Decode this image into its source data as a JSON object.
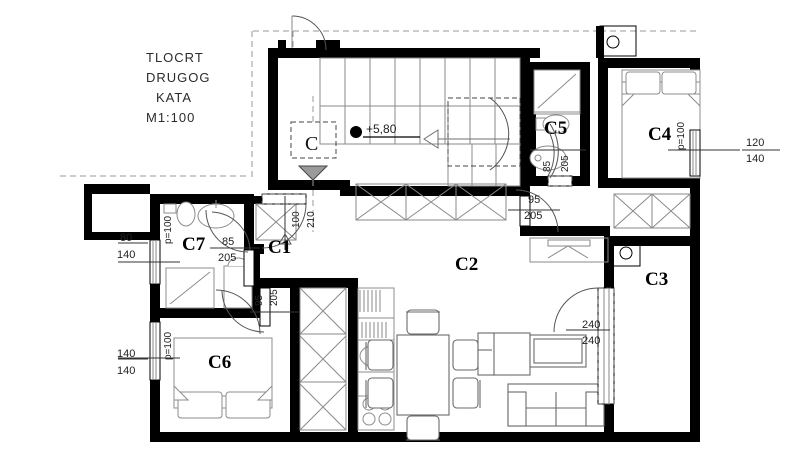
{
  "drawing": {
    "title_lines": [
      "TLOCRT",
      "DRUGOG",
      "KATA",
      "M1:100"
    ],
    "elevation_marker": "+5,80",
    "section_tag": "C",
    "scale": "M1:100",
    "line_color": "#000000",
    "furniture_color": "#8c8c8c"
  },
  "rooms": [
    {
      "code": "C1",
      "name_hint": "hallway"
    },
    {
      "code": "C2",
      "name_hint": "living-dining-kitchen"
    },
    {
      "code": "C3",
      "name_hint": "terrace"
    },
    {
      "code": "C4",
      "name_hint": "bedroom"
    },
    {
      "code": "C5",
      "name_hint": "bathroom"
    },
    {
      "code": "C6",
      "name_hint": "bedroom"
    },
    {
      "code": "C7",
      "name_hint": "bathroom"
    }
  ],
  "openings": [
    {
      "id": "win-c7-left",
      "width": "80",
      "height": "140",
      "sill": "p=100"
    },
    {
      "id": "win-c6-left",
      "width": "140",
      "height": "140",
      "sill": "p=100"
    },
    {
      "id": "win-c4-right",
      "width": "120",
      "height": "140",
      "sill": "p=100"
    },
    {
      "id": "door-c7",
      "width": "85",
      "height": "205",
      "sill": ""
    },
    {
      "id": "door-c1-main",
      "width": "100",
      "height": "210",
      "sill": ""
    },
    {
      "id": "door-c6",
      "width": "95",
      "height": "205",
      "sill": ""
    },
    {
      "id": "door-c2-hall",
      "width": "95",
      "height": "205",
      "sill": ""
    },
    {
      "id": "door-c5",
      "width": "85",
      "height": "205",
      "sill": ""
    },
    {
      "id": "door-c5b",
      "width": "",
      "height": "205",
      "sill": ""
    },
    {
      "id": "door-c3-slide",
      "width": "240",
      "height": "240",
      "sill": ""
    }
  ],
  "labels": {
    "c1": "C1",
    "c2": "C2",
    "c3": "C3",
    "c4": "C4",
    "c5": "C5",
    "c6": "C6",
    "c7": "C7",
    "w80": "80",
    "h140a": "140",
    "w140": "140",
    "h140b": "140",
    "w120": "120",
    "h140c": "140",
    "d85": "85",
    "d205a": "205",
    "d100": "100",
    "d210": "210",
    "d95a": "95",
    "d205b": "205",
    "d95b": "95",
    "d205c": "205",
    "d85b": "85",
    "d205d": "205",
    "d240a": "240",
    "d240b": "240",
    "sill_c7": "p=100",
    "sill_c6": "p=100",
    "sill_c4": "p=100",
    "elev": "+5,80",
    "sect": "C",
    "t1": "TLOCRT",
    "t2": "DRUGOG",
    "t3": "KATA",
    "t4": "M1:100"
  }
}
